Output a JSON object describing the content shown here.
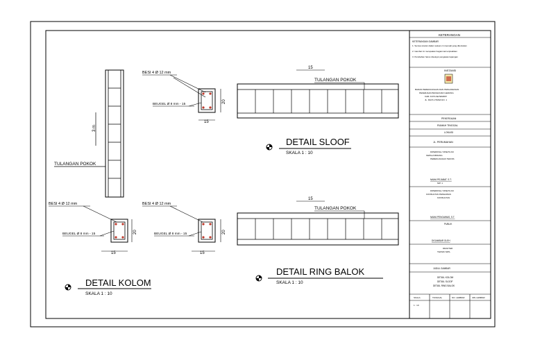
{
  "drawing": {
    "kolom": {
      "title": "DETAIL KOLOM",
      "scale": "SKALA 1 : 10",
      "tulangan_pokok": "TULANGAN POKOK",
      "height_dim": "3 m",
      "section_top": "BESI 4 Ø 12 mm",
      "section_sengkang": "BEUGEL Ø 8 mm - 15",
      "section_width": "15",
      "section_height": "20"
    },
    "sloof": {
      "title": "DETAIL SLOOF",
      "scale": "SKALA 1 : 10",
      "tulangan_pokok": "TULANGAN POKOK",
      "spacing_dim": "15",
      "section_top": "BESI 4 Ø 12 mm",
      "section_sengkang": "BEUGEL Ø 8 mm - 15",
      "section_width": "15",
      "section_height": "20"
    },
    "ring": {
      "title": "DETAIL RING BALOK",
      "scale": "SKALA 1 : 10",
      "tulangan_pokok": "TULANGAN POKOK",
      "spacing_dim": "15",
      "section_top": "BESI 4 Ø 12 mm",
      "section_sengkang": "BEUGEL Ø 8 mm - 15",
      "section_width": "15",
      "section_height": "20"
    }
  },
  "title_block": {
    "keterangan": "KETERANGAN",
    "notes_head": "KETERANGAN GAMBAR",
    "notes": [
      "1. Semua ukuran dalam satuan cm kecuali yang ditentukan",
      "2. Gambar ini merupakan bagian tak terpisahkan",
      "3. Perubahan harus disetujui pengawas lapangan"
    ],
    "logo_label": "INSTANSI",
    "institution": [
      "BADAN PERENCANAAN DAN PENGAWASAN",
      "PEKERJAAN BANGUNAN GEDUNG",
      "KAB. KOTA SETEMPAT",
      "JL. RAYA UTAMA NO. 1"
    ],
    "pekerjaan_label": "PEKERJAAN",
    "pekerjaan": "RUMAH TINGGAL",
    "lokasi_label": "LOKASI",
    "lokasi": "JL. PERUMAHAN",
    "perencana": [
      "DIPERIKSA / DISETUJUI",
      "KEPALA BIDANG",
      "PERENCANAAN TEKNIS"
    ],
    "perencana_name": "NAMA PEJABAT, S.T.",
    "perencana_nip": "NIP. 1",
    "pengawas": [
      "DIPERIKSA / DISETUJUI",
      "KONSULTAN PENGAWAS",
      "KONSULTAN"
    ],
    "pengawas_name": "NAMA PENGAWAS, S.T.",
    "pengawas_sub": "PUBLIK",
    "digambar": "DIGAMBAR OLEH",
    "digambar_sub": [
      "DRAFTER",
      "TEKNIK SIPIL"
    ],
    "judul_label": "JUDUL GAMBAR",
    "judul": [
      "DETAIL KOLOM",
      "DETAIL SLOOF",
      "DETAIL RING BALOK"
    ],
    "footer_heads": [
      "SKALA",
      "TANGGAL",
      "NO. LEMBAR",
      "JML LEMBAR"
    ],
    "footer_vals": [
      "1 : 10",
      "",
      "",
      ""
    ]
  }
}
